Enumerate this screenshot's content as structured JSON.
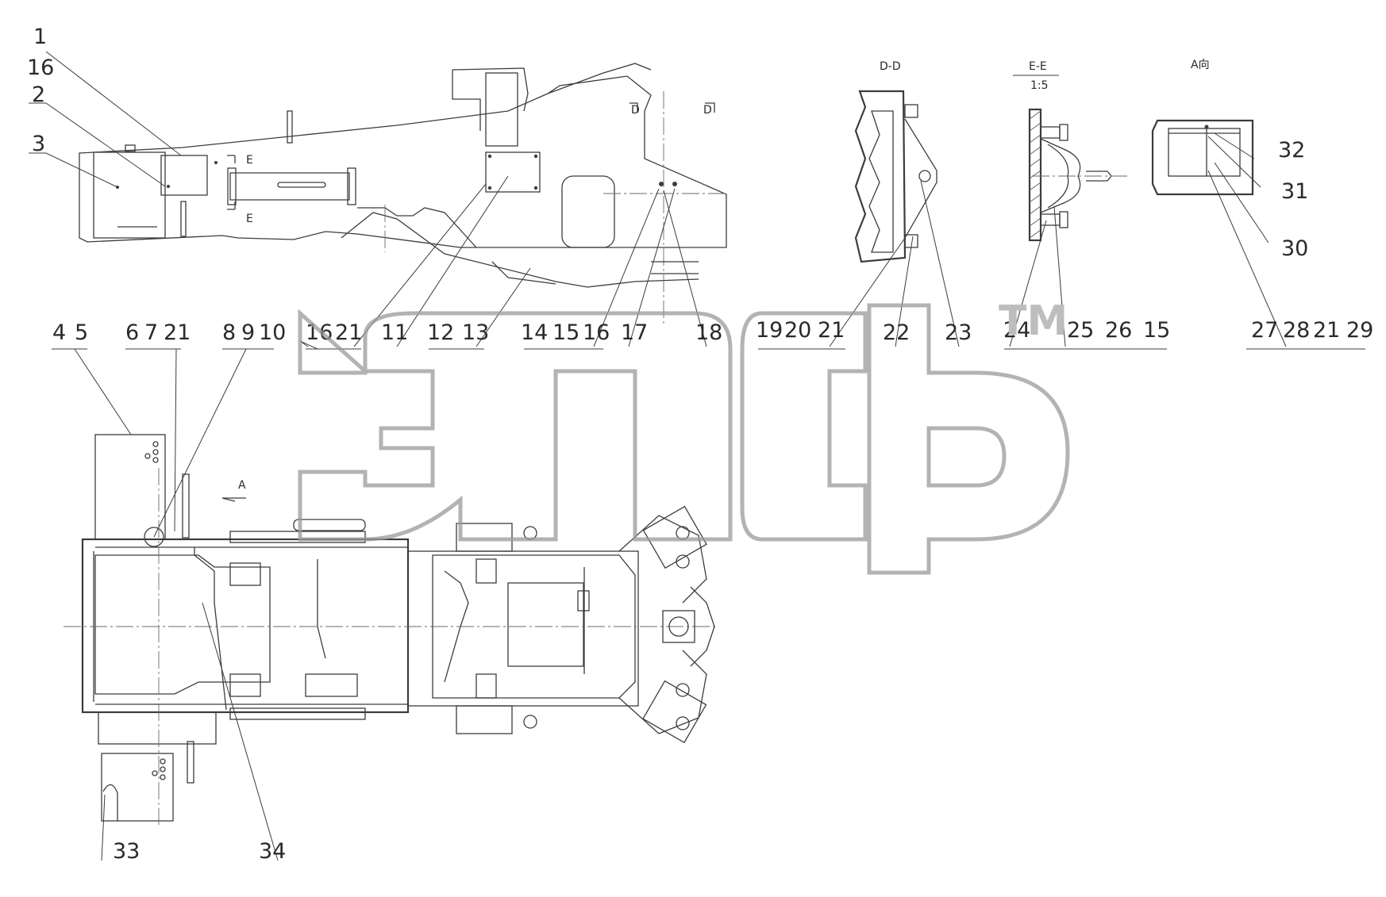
{
  "section_labels": {
    "dd": "D-D",
    "ee": "E-E",
    "ee_scale": "1:5",
    "a_view": "A向",
    "d_left": "D",
    "d_right": "D",
    "e_top": "E",
    "e_bottom": "E",
    "arrow_a": "A"
  },
  "callouts": {
    "n1": "1",
    "n16a": "16",
    "n2": "2",
    "n3": "3",
    "n4": "4",
    "n5": "5",
    "n6": "6",
    "n7": "7",
    "n21a": "21",
    "n8": "8",
    "n9": "9",
    "n10": "10",
    "n16b": "16",
    "n21b": "21",
    "n11": "11",
    "n12": "12",
    "n13": "13",
    "n14": "14",
    "n15": "15",
    "n16c": "16",
    "n17": "17",
    "n18": "18",
    "n19": "19",
    "n20": "20",
    "n21c": "21",
    "n22": "22",
    "n23": "23",
    "n24": "24",
    "n25": "25",
    "n26": "26",
    "n15b": "15",
    "n27": "27",
    "n28": "28",
    "n21d": "21",
    "n29": "29",
    "n30": "30",
    "n31": "31",
    "n32": "32",
    "n33": "33",
    "n34": "34"
  },
  "watermark": {
    "tm": "TM"
  }
}
